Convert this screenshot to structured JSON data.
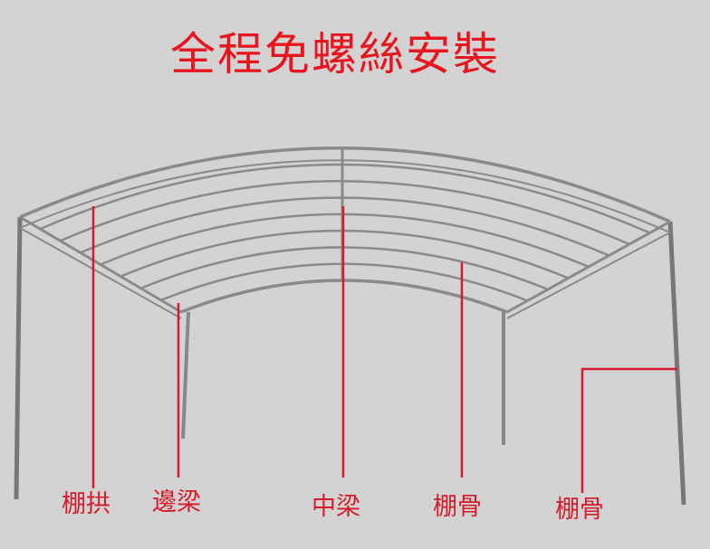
{
  "title": "全程免螺絲安裝",
  "labels": {
    "arch": "棚拱",
    "edge_beam": "邊梁",
    "center_beam": "中梁",
    "rib": "棚骨",
    "rib_post": "棚骨"
  },
  "colors": {
    "label": "#d41c2a",
    "title": "#e8141e",
    "frame": "#8a8a8a",
    "background": "#d3d3d3"
  }
}
